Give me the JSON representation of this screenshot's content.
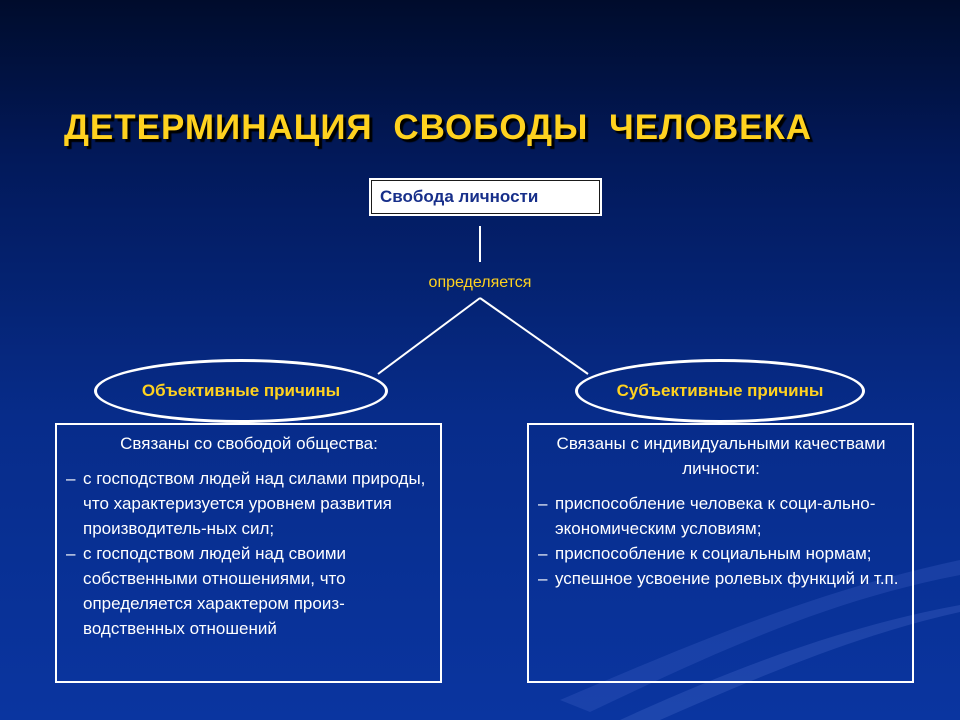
{
  "title": "ДЕТЕРМИНАЦИЯ  СВОБОДЫ  ЧЕЛОВЕКА",
  "top_node": "Свобода личности",
  "connector_label": "определяется",
  "left": {
    "ellipse_label": "Объективные причины",
    "heading": "Связаны со свободой общества:",
    "items": [
      "с господством людей над силами природы, что характеризуется уровнем развития производитель-ных сил;",
      "с господством людей над своими собственными отношениями, что определяется характером произ-водственных отношений"
    ]
  },
  "right": {
    "ellipse_label": "Субъективные причины",
    "heading": "Связаны с индивидуальными качествами личности:",
    "items": [
      "приспособление человека к соци-ально-экономическим условиям;",
      "приспособление к социальным нормам;",
      "успешное усвоение ролевых функций и т.п."
    ]
  },
  "colors": {
    "title": "#ffd21f",
    "ellipse_text": "#ffd21f",
    "top_node_text": "#172f8a",
    "background_dark": "#000c2c",
    "background_light": "#0a35a0"
  }
}
